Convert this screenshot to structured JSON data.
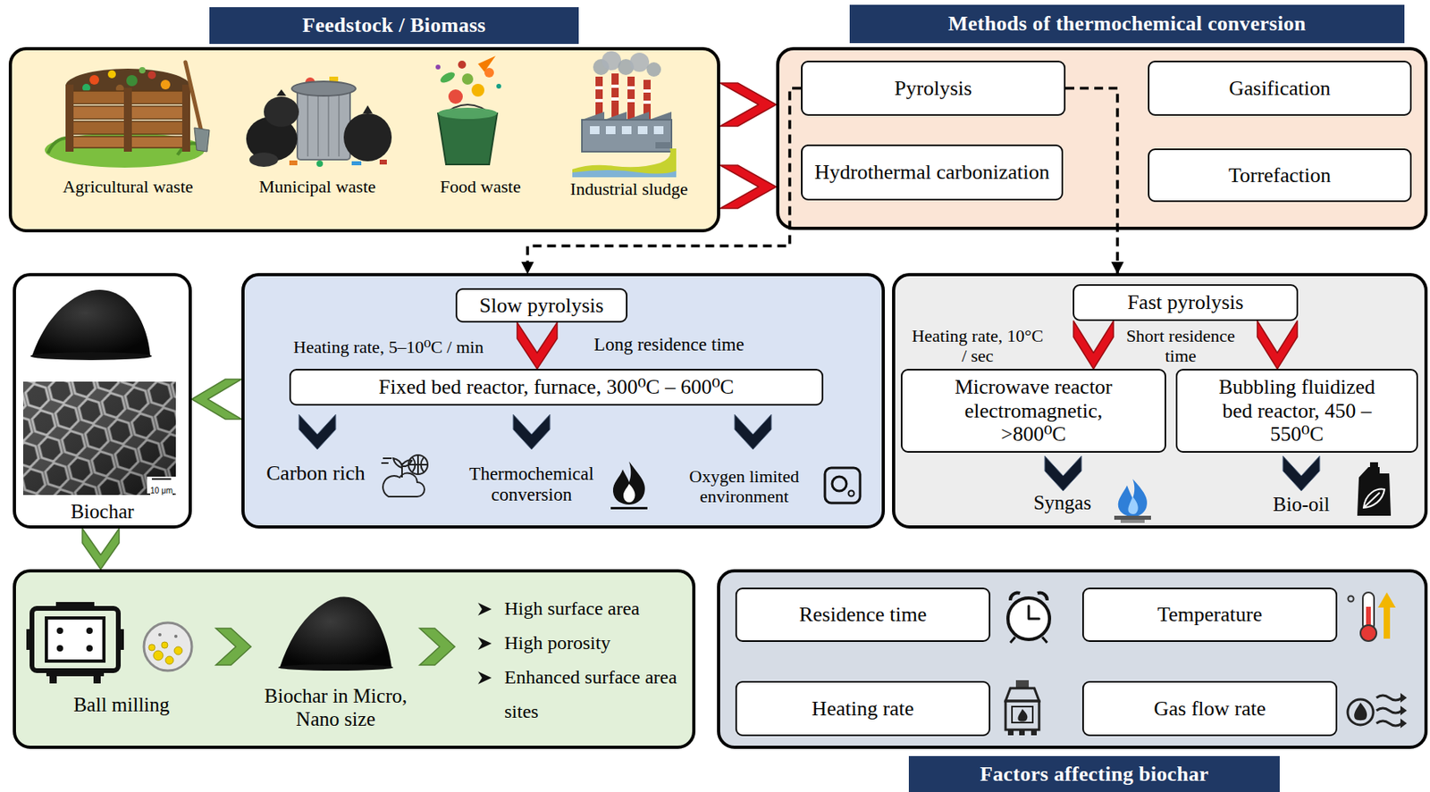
{
  "diagram": {
    "nodes": [
      {
        "text": [
          "Feedstock / Biomass"
        ]
      },
      {
        "text": [
          "Methods of thermochemical conversion"
        ]
      },
      {
        "text": [
          "Pyrolysis"
        ],
        "in": 1
      },
      {
        "text": [
          "Gasification"
        ],
        "in": 1
      },
      {
        "text": [
          "Hydrothermal carbonization"
        ],
        "in": 1
      },
      {
        "text": [
          "Torrefaction"
        ],
        "in": 1
      },
      {
        "text": [
          "Biochar"
        ]
      },
      {
        "text": [
          "Heating rate, 5–10⁰C / min",
          "Long residence time",
          "Carbon rich",
          "Thermochemical conversion",
          "Oxygen limited environment"
        ]
      },
      {
        "text": [
          "Slow pyrolysis"
        ],
        "in": 7
      },
      {
        "text": [
          "Fixed bed reactor, furnace, 300⁰C – 600⁰C"
        ],
        "in": 7
      },
      {
        "text": [
          "Heating rate, 10°C / sec",
          "Short residence time",
          "Syngas",
          "Bio-oil"
        ]
      },
      {
        "text": [
          "Fast pyrolysis"
        ],
        "in": 10
      },
      {
        "text": [
          "Microwave reactor electromagnetic, >800⁰C"
        ],
        "in": 10
      },
      {
        "text": [
          "Bubbling fluidized bed reactor, 450 – 550⁰C"
        ],
        "in": 10
      },
      {
        "text": [
          "Ball milling",
          "Biochar in Micro, Nano size",
          "High surface area",
          "High porosity",
          "Enhanced surface area sites"
        ]
      },
      {
        "text": [
          "Factors affecting biochar"
        ]
      },
      {
        "text": [
          "Residence time"
        ],
        "in": 15
      },
      {
        "text": [
          "Temperature"
        ],
        "in": 15
      },
      {
        "text": [
          "Heating rate"
        ],
        "in": 15
      },
      {
        "text": [
          "Gas flow rate"
        ],
        "in": 15
      }
    ],
    "edges": [
      {
        "from": 0,
        "to": 1,
        "arrow": "to"
      },
      {
        "from": 0,
        "to": 1,
        "arrow": "to"
      },
      {
        "from": 2,
        "to": 7,
        "arrow": "to"
      },
      {
        "from": 2,
        "to": 10,
        "arrow": "to"
      },
      {
        "from": 7,
        "to": 6,
        "arrow": "to"
      },
      {
        "from": 8,
        "to": 9,
        "arrow": "to"
      },
      {
        "from": 11,
        "to": 12,
        "arrow": "to"
      },
      {
        "from": 11,
        "to": 13,
        "arrow": "to"
      },
      {
        "from": 6,
        "to": 14,
        "arrow": "to"
      }
    ],
    "labels": [
      "Agricultural waste",
      "Municipal waste",
      "Food waste",
      "Industrial sludge",
      "10 μm"
    ]
  }
}
